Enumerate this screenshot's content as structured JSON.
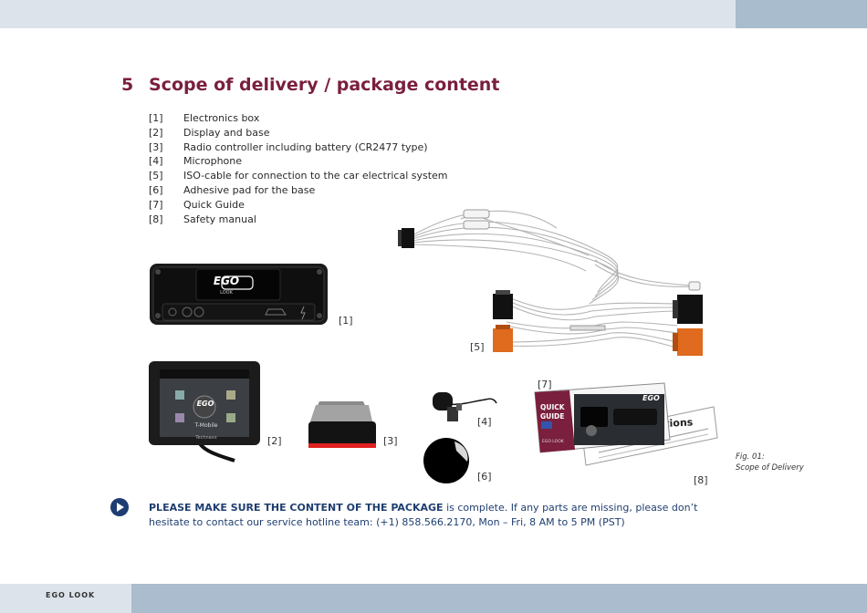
{
  "footer": {
    "brand": "EGO LOOK"
  },
  "section": {
    "number": "5",
    "title": "Scope of delivery / package content"
  },
  "items": [
    {
      "index": "[1]",
      "label": "Electronics box"
    },
    {
      "index": "[2]",
      "label": "Display and base"
    },
    {
      "index": "[3]",
      "label": "Radio controller including battery (CR2477 type)"
    },
    {
      "index": "[4]",
      "label": "Microphone"
    },
    {
      "index": "[5]",
      "label": "ISO-cable for connection to the car electrical system"
    },
    {
      "index": "[6]",
      "label": "Adhesive pad for the base"
    },
    {
      "index": "[7]",
      "label": "Quick Guide"
    },
    {
      "index": "[8]",
      "label": "Safety manual"
    }
  ],
  "figure": {
    "caption_line1": "Fig. 01:",
    "caption_line2": "Scope of Delivery",
    "callouts": {
      "c1": "[1]",
      "c2": "[2]",
      "c3": "[3]",
      "c4": "[4]",
      "c5": "[5]",
      "c6": "[6]",
      "c7": "[7]",
      "c8": "[8]"
    },
    "ego_logo": "EGO",
    "ego_sub": "LOOK",
    "display_carrier": "T-Mobile",
    "display_brand": "Technaxx",
    "quick_guide_line1": "QUICK",
    "quick_guide_line2": "GUIDE",
    "quick_guide_footer": "EGO LOOK",
    "safety_partial_title": "tions"
  },
  "notice": {
    "emphasis": "PLEASE MAKE SURE THE CONTENT OF THE PACKAGE",
    "text": " is complete. If any parts are missing, please don’t hesitate to contact our service hotline team: (+1) 858.566.2170, Mon – Fri, 8 AM to 5 PM (PST)"
  }
}
